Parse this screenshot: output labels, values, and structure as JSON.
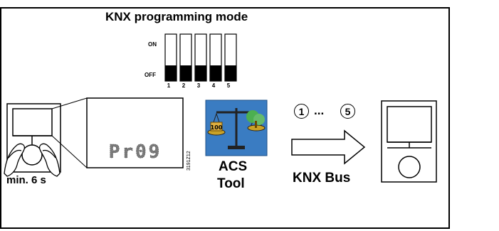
{
  "title": "KNX programming mode",
  "dip_switch": {
    "on_label": "ON",
    "off_label": "OFF",
    "numbers": [
      "1",
      "2",
      "3",
      "4",
      "5"
    ],
    "positions": [
      "OFF",
      "OFF",
      "OFF",
      "OFF",
      "OFF"
    ]
  },
  "device_left": {
    "hold_label": "min. 6 s"
  },
  "display": {
    "text": "Pr09"
  },
  "figure_id": "3191Z12",
  "tool": {
    "label_line1": "ACS",
    "label_line2": "Tool"
  },
  "steps": {
    "start": "1",
    "separator": "...",
    "end": "5"
  },
  "bus_label": "KNX Bus",
  "colors": {
    "tool_bg": "#3a7cc2",
    "line": "#000000",
    "lcd_text": "#7a7a7a"
  }
}
